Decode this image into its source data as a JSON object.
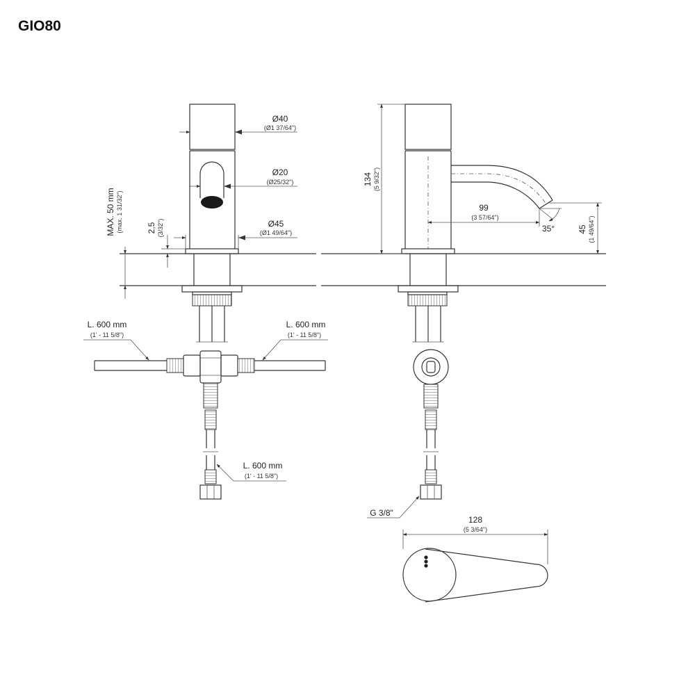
{
  "title": "GIO80",
  "dims": {
    "d40": {
      "main": "Ø40",
      "sub": "(Ø1 37/64\")"
    },
    "d20": {
      "main": "Ø20",
      "sub": "(Ø25/32\")"
    },
    "d45": {
      "main": "Ø45",
      "sub": "(Ø1 49/64\")"
    },
    "t25": {
      "main": "2,5",
      "sub": "(3/32\")"
    },
    "max50": {
      "main": "MAX. 50 mm",
      "sub": "(max. 1 31/32\")"
    },
    "h134": {
      "main": "134",
      "sub": "(5 9/32\")"
    },
    "r99": {
      "main": "99",
      "sub": "(3 57/64\")"
    },
    "a35": {
      "main": "35°"
    },
    "h45": {
      "main": "45",
      "sub": "(1 49/64\")"
    },
    "hoseL": {
      "main": "L. 600 mm",
      "sub": "(1' - 11 5/8\")"
    },
    "hoseR": {
      "main": "L. 600 mm",
      "sub": "(1' - 11 5/8\")"
    },
    "hoseB": {
      "main": "L. 600 mm",
      "sub": "(1' - 11 5/8\")"
    },
    "g38": {
      "main": "G 3/8\""
    },
    "w128": {
      "main": "128",
      "sub": "(5 3/64\")"
    }
  }
}
